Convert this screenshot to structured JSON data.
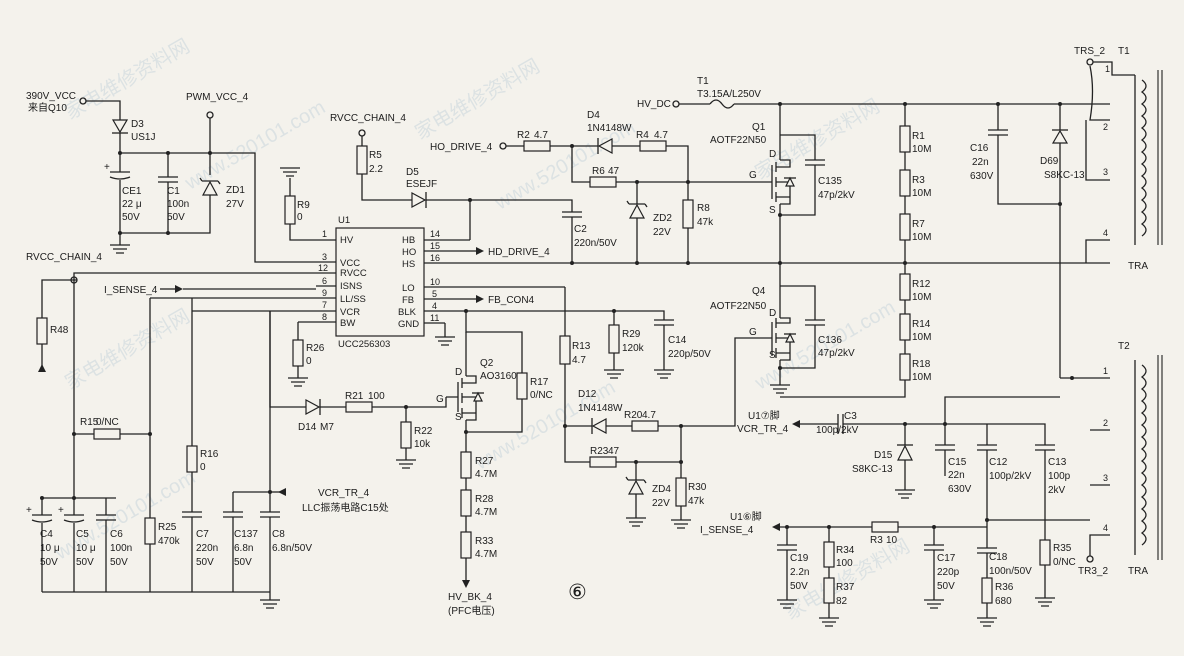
{
  "watermarks": [
    "家电维修资料网",
    "www.520101.com",
    "家电维修资料网",
    "www.520101.com",
    "家电维修资料网",
    "www.520101.com",
    "家电维修资料网",
    "www.520101.com",
    "家电维修资料网",
    "www.520101.com"
  ],
  "nets": {
    "v390": "390V_VCC",
    "v390_src": "来自Q10",
    "pwm_vcc": "PWM_VCC_4",
    "rvcc_chain_top": "RVCC_CHAIN_4",
    "rvcc_chain_left": "RVCC_CHAIN_4",
    "ho_drive_in": "HO_DRIVE_4",
    "hd_drive_out": "HD_DRIVE_4",
    "hv_dc": "HV_DC",
    "i_sense_left": "I_SENSE_4",
    "fb_con": "FB_CON4",
    "vcr_tr_left": "VCR_TR_4",
    "vcr_tr_left_note": "LLC振荡电路C15处",
    "vcr_tr_right": "VCR_TR_4",
    "vcr_tr_right_note": "U1⑦脚",
    "i_sense_right": "I_SENSE_4",
    "i_sense_right_note": "U1⑥脚",
    "hv_bk": "HV_BK_4",
    "hv_bk_note": "(PFC电压)",
    "trs2": "TRS_2",
    "tr3": "TR3_2",
    "tra_top": "TRA",
    "tra_bottom": "TRA"
  },
  "ic": {
    "ref": "U1",
    "part": "UCC256303",
    "left_pins": [
      {
        "num": "1",
        "name": "HV"
      },
      {
        "num": "3",
        "name": "VCC"
      },
      {
        "num": "12",
        "name": "RVCC"
      },
      {
        "num": "6",
        "name": "ISNS"
      },
      {
        "num": "9",
        "name": "LL/SS"
      },
      {
        "num": "7",
        "name": "VCR"
      },
      {
        "num": "8",
        "name": "BW"
      }
    ],
    "right_pins": [
      {
        "num": "14",
        "name": "HB"
      },
      {
        "num": "15",
        "name": "HO"
      },
      {
        "num": "16",
        "name": "HS"
      },
      {
        "num": "10",
        "name": "LO"
      },
      {
        "num": "5",
        "name": "FB"
      },
      {
        "num": "4",
        "name": "BLK"
      },
      {
        "num": "11",
        "name": "GND"
      }
    ]
  },
  "components": {
    "D3": {
      "ref": "D3",
      "value": "US1J"
    },
    "CE1": {
      "ref": "CE1",
      "value": "22 μ",
      "rating": "50V"
    },
    "C1": {
      "ref": "C1",
      "value": "100n",
      "rating": "50V"
    },
    "ZD1": {
      "ref": "ZD1",
      "value": "27V"
    },
    "R9": {
      "ref": "R9",
      "value": "0"
    },
    "R5": {
      "ref": "R5",
      "value": "2.2"
    },
    "D5": {
      "ref": "D5",
      "value": "ESEJF"
    },
    "C2": {
      "ref": "C2",
      "value": "220n/50V"
    },
    "R2": {
      "ref": "R2",
      "value": "4.7"
    },
    "D4": {
      "ref": "D4",
      "value": "1N4148W"
    },
    "R4": {
      "ref": "R4",
      "value": "4.7"
    },
    "R6": {
      "ref": "R6",
      "value": "47"
    },
    "ZD2": {
      "ref": "ZD2",
      "value": "22V"
    },
    "R8": {
      "ref": "R8",
      "value": "47k"
    },
    "Q1": {
      "ref": "Q1",
      "value": "AOTF22N50"
    },
    "C135": {
      "ref": "C135",
      "value": "47p/2kV"
    },
    "F1": {
      "ref": "T1",
      "value": "T3.15A/L250V"
    },
    "R1": {
      "ref": "R1",
      "value": "10M"
    },
    "R3": {
      "ref": "R3",
      "value": "10M"
    },
    "R7": {
      "ref": "R7",
      "value": "10M"
    },
    "R12": {
      "ref": "R12",
      "value": "10M"
    },
    "R14": {
      "ref": "R14",
      "value": "10M"
    },
    "R18": {
      "ref": "R18",
      "value": "10M"
    },
    "C16": {
      "ref": "C16",
      "value": "22n",
      "rating": "630V"
    },
    "D69": {
      "ref": "D69",
      "value": "S8KC-13"
    },
    "T1": {
      "ref": "T1"
    },
    "T2": {
      "ref": "T2"
    },
    "Q4": {
      "ref": "Q4",
      "value": "AOTF22N50"
    },
    "C136": {
      "ref": "C136",
      "value": "47p/2kV"
    },
    "R29": {
      "ref": "R29",
      "value": "120k"
    },
    "C14": {
      "ref": "C14",
      "value": "220p/50V"
    },
    "R13": {
      "ref": "R13",
      "value": "4.7"
    },
    "D12": {
      "ref": "D12",
      "value": "1N4148W"
    },
    "R20": {
      "ref": "R20",
      "value": "4.7"
    },
    "R23": {
      "ref": "R23",
      "value": "47"
    },
    "ZD4": {
      "ref": "ZD4",
      "value": "22V"
    },
    "R30": {
      "ref": "R30",
      "value": "47k"
    },
    "R26": {
      "ref": "R26",
      "value": "0"
    },
    "Q2": {
      "ref": "Q2",
      "value": "AO3160"
    },
    "R17": {
      "ref": "R17",
      "value": "0/NC"
    },
    "R21": {
      "ref": "R21",
      "value": "100"
    },
    "D14": {
      "ref": "D14",
      "value": "M7"
    },
    "R22": {
      "ref": "R22",
      "value": "10k"
    },
    "R27": {
      "ref": "R27",
      "value": "4.7M"
    },
    "R28": {
      "ref": "R28",
      "value": "4.7M"
    },
    "R33": {
      "ref": "R33",
      "value": "4.7M"
    },
    "R48": {
      "ref": "R48"
    },
    "R15": {
      "ref": "R15",
      "value": "0/NC"
    },
    "C4": {
      "ref": "C4",
      "value": "10 μ",
      "rating": "50V"
    },
    "C5": {
      "ref": "C5",
      "value": "10 μ",
      "rating": "50V"
    },
    "C6": {
      "ref": "C6",
      "value": "100n",
      "rating": "50V"
    },
    "R25": {
      "ref": "R25",
      "value": "470k"
    },
    "R16": {
      "ref": "R16",
      "value": "0"
    },
    "C7": {
      "ref": "C7",
      "value": "220n",
      "rating": "50V"
    },
    "C137": {
      "ref": "C137",
      "value": "6.8n",
      "rating": "50V"
    },
    "C8": {
      "ref": "C8",
      "value": "6.8n/50V"
    },
    "C3": {
      "ref": "C3",
      "value": "100p/2kV"
    },
    "D15": {
      "ref": "D15",
      "value": "S8KC-13"
    },
    "C15": {
      "ref": "C15",
      "value": "22n",
      "rating": "630V"
    },
    "C12": {
      "ref": "C12",
      "value": "100p/2kV"
    },
    "C13": {
      "ref": "C13",
      "value": "100p",
      "rating": "2kV"
    },
    "R3b": {
      "ref": "R3",
      "value": "10"
    },
    "C19": {
      "ref": "C19",
      "value": "2.2n",
      "rating": "50V"
    },
    "R34": {
      "ref": "R34",
      "value": "100"
    },
    "R37": {
      "ref": "R37",
      "value": "82"
    },
    "C17": {
      "ref": "C17",
      "value": "220p",
      "rating": "50V"
    },
    "C18": {
      "ref": "C18",
      "value": "100n/50V"
    },
    "R36": {
      "ref": "R36",
      "value": "680"
    },
    "R35": {
      "ref": "R35",
      "value": "0/NC"
    }
  },
  "transformer_pins": {
    "t1": [
      "1",
      "2",
      "3",
      "4"
    ],
    "t2": [
      "1",
      "2",
      "3",
      "4"
    ]
  },
  "gate_labels": {
    "q1_g": "G",
    "q1_d": "D",
    "q1_s": "S",
    "q4_g": "G",
    "q4_d": "D",
    "q4_s": "S",
    "q2_g": "G",
    "q2_d": "D",
    "q2_s": "S"
  },
  "plus": "+",
  "page_mark": "⑥"
}
